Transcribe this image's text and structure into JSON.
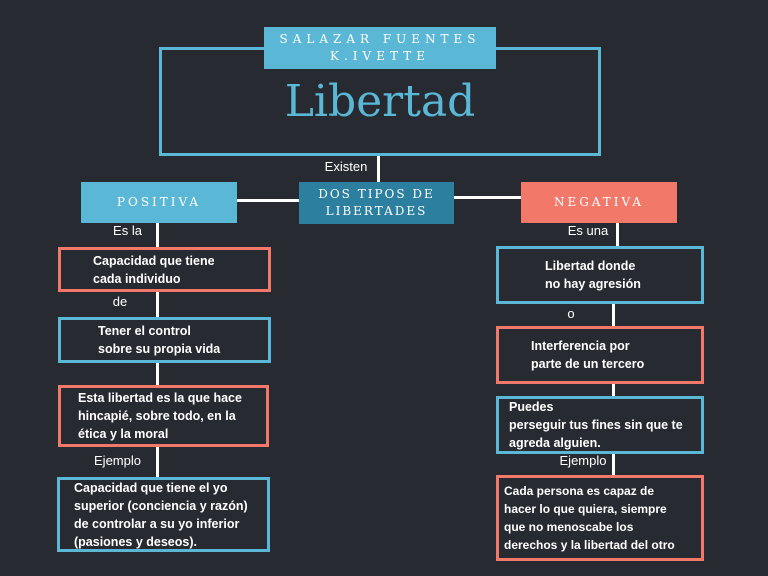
{
  "author": "SALAZAR FUENTES\nK.IVETTE",
  "title": "Libertad",
  "connector_top": "Existen",
  "center_header": "DOS TIPOS DE\nLIBERTADES",
  "colors": {
    "background": "#272a31",
    "blue": "#5bb7d6",
    "dark_blue": "#2d7fa0",
    "coral": "#f2786a"
  },
  "positive": {
    "header": "POSITIVA",
    "link_1": "Es la",
    "box_1": "Capacidad que tiene\ncada individuo",
    "link_2": "de",
    "box_2": "Tener el control\nsobre su propia vida",
    "box_3": "Esta libertad es la que hace\nhincapié, sobre todo, en la\nética y la moral",
    "link_3": "Ejemplo",
    "box_4": "Capacidad que tiene el yo\nsuperior (conciencia y razón)\nde controlar a su yo inferior\n(pasiones y deseos)."
  },
  "negative": {
    "header": "NEGATIVA",
    "link_1": "Es una",
    "box_1": "Libertad donde\nno hay agresión",
    "link_2": "o",
    "box_2": "Interferencia por\nparte de un tercero",
    "box_3": "Puedes\nperseguir tus fines sin que te\nagreda alguien.",
    "link_3": "Ejemplo",
    "box_4": "Cada persona es capaz de\nhacer lo que quiera, siempre\nque no menoscabe los\nderechos y la libertad del otro"
  }
}
